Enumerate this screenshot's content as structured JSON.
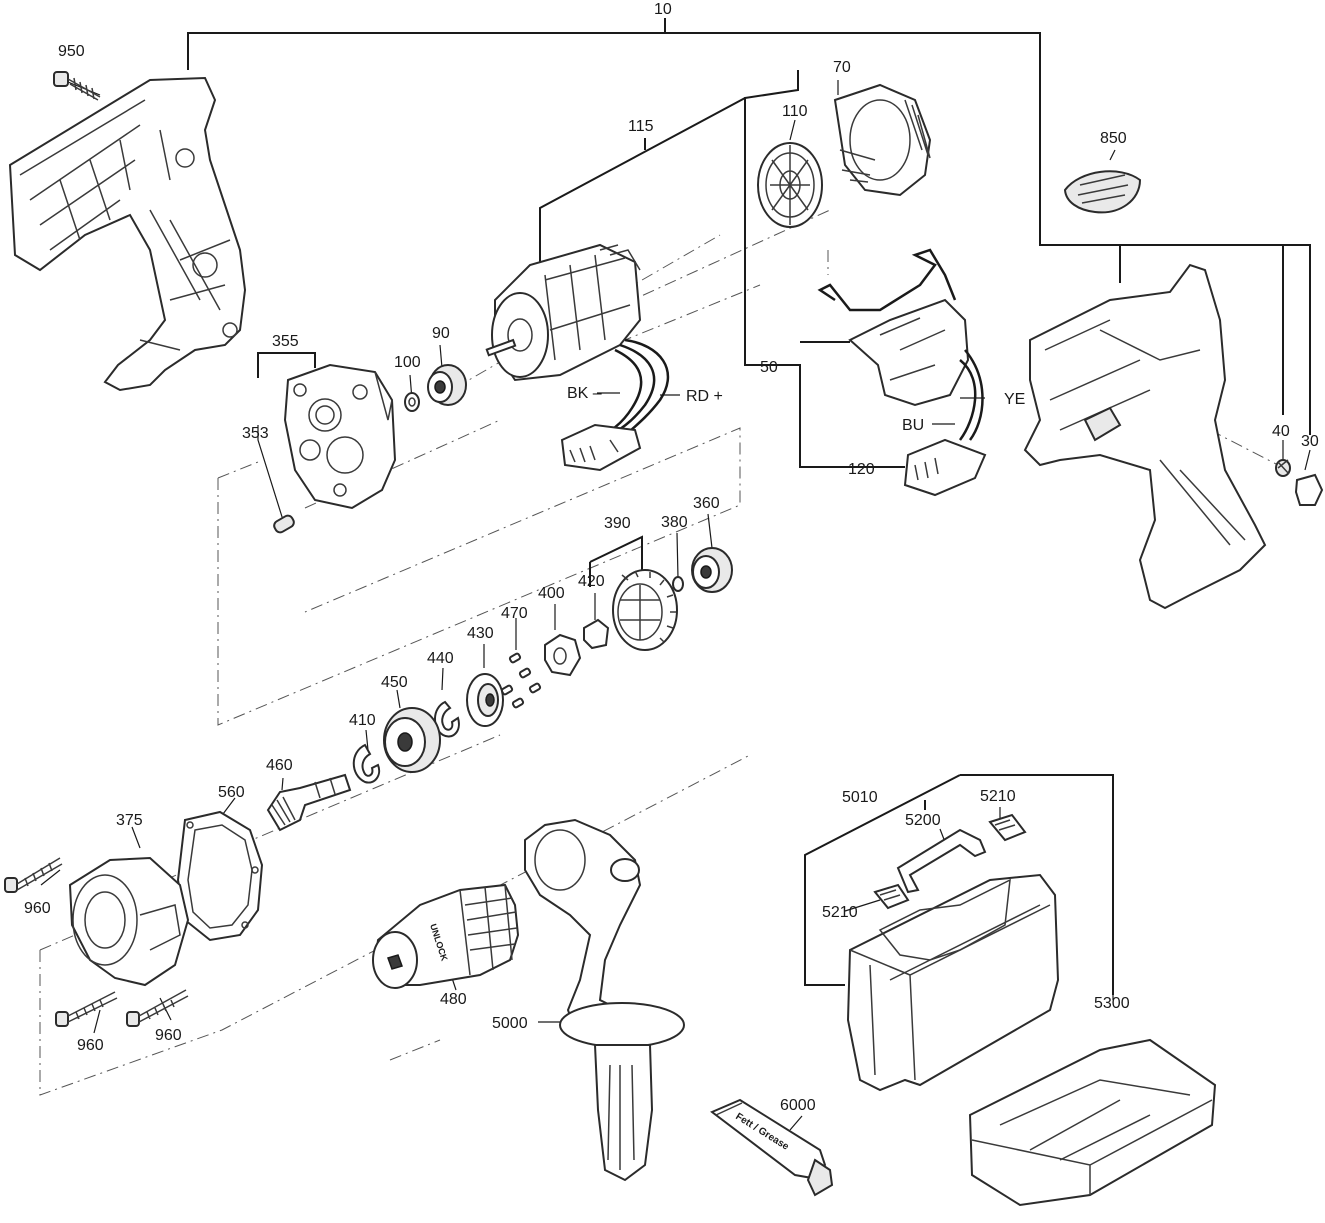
{
  "labels": {
    "p10": "10",
    "p950": "950",
    "p70": "70",
    "p110": "110",
    "p115": "115",
    "p850": "850",
    "p355": "355",
    "p90": "90",
    "p100": "100",
    "p353": "353",
    "bk": "BK –",
    "rd": "RD +",
    "p50": "50",
    "ye": "YE",
    "bu": "BU",
    "p120": "120",
    "p40": "40",
    "p30": "30",
    "p390": "390",
    "p380": "380",
    "p360": "360",
    "p420": "420",
    "p470": "470",
    "p400": "400",
    "p430": "430",
    "p440": "440",
    "p450": "450",
    "p410": "410",
    "p460": "460",
    "p560": "560",
    "p375": "375",
    "p960a": "960",
    "p960b": "960",
    "p960c": "960",
    "p480": "480",
    "p5000": "5000",
    "p5010": "5010",
    "p5200": "5200",
    "p5210a": "5210",
    "p5210b": "5210",
    "p5300": "5300",
    "p6000": "6000"
  },
  "print": {
    "tube": "Fett / Grease",
    "chuck": "UNLOCK"
  }
}
